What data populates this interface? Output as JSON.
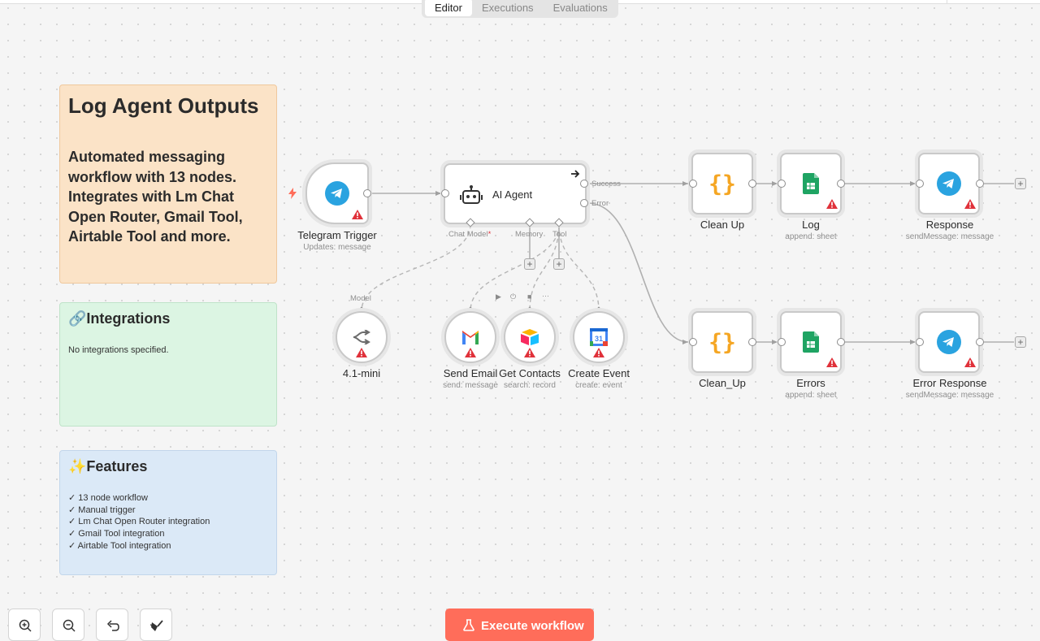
{
  "tabs": [
    "Editor",
    "Executions",
    "Evaluations"
  ],
  "notes": {
    "main": {
      "title": "Log Agent Outputs",
      "description": "Automated messaging workflow with 13 nodes. Integrates with Lm Chat Open Router, Gmail Tool, Airtable Tool and more."
    },
    "integrations": {
      "title": "🔗Integrations",
      "text": "No integrations specified."
    },
    "features": {
      "title": "✨Features",
      "items": [
        "13 node workflow",
        "Manual trigger",
        "Lm Chat Open Router integration",
        "Gmail Tool integration",
        "Airtable Tool integration"
      ]
    }
  },
  "nodes": {
    "telegram_trigger": {
      "name": "Telegram Trigger",
      "sub": "Updates: message",
      "icon": "telegram-icon"
    },
    "ai_agent": {
      "name": "AI Agent",
      "icon": "robot-icon",
      "outputs": [
        "Success",
        "Error"
      ],
      "inputs": {
        "chat_model": "Chat Model",
        "required": "*",
        "memory": "Memory",
        "tool": "Tool"
      }
    },
    "model": {
      "name": "4.1-mini",
      "port": "Model",
      "icon": "openrouter-icon"
    },
    "send_email": {
      "name": "Send Email",
      "sub": "send: message",
      "icon": "gmail-icon"
    },
    "get_contacts": {
      "name": "Get Contacts",
      "sub": "search: record",
      "icon": "airtable-icon"
    },
    "create_event": {
      "name": "Create Event",
      "sub": "create: event",
      "icon": "google-calendar-icon"
    },
    "clean_up": {
      "name": "Clean Up",
      "icon": "code-braces-icon"
    },
    "log": {
      "name": "Log",
      "sub": "append: sheet",
      "icon": "google-sheets-icon"
    },
    "response": {
      "name": "Response",
      "sub": "sendMessage: message",
      "icon": "telegram-icon"
    },
    "clean_up2": {
      "name": "Clean_Up",
      "icon": "code-braces-icon"
    },
    "errors": {
      "name": "Errors",
      "sub": "append: sheet",
      "icon": "google-sheets-icon"
    },
    "error_response": {
      "name": "Error Response",
      "sub": "sendMessage: message",
      "icon": "telegram-icon"
    }
  },
  "calendar_day": "31",
  "plus": "+",
  "more": "···",
  "controls": {
    "execute": "Execute workflow"
  },
  "colors": {
    "accent": "#ff6d5a",
    "telegram": "#2aa3e0",
    "warning": "#e0313a",
    "braces": "#f5a623",
    "sheets": "#1fa463"
  }
}
